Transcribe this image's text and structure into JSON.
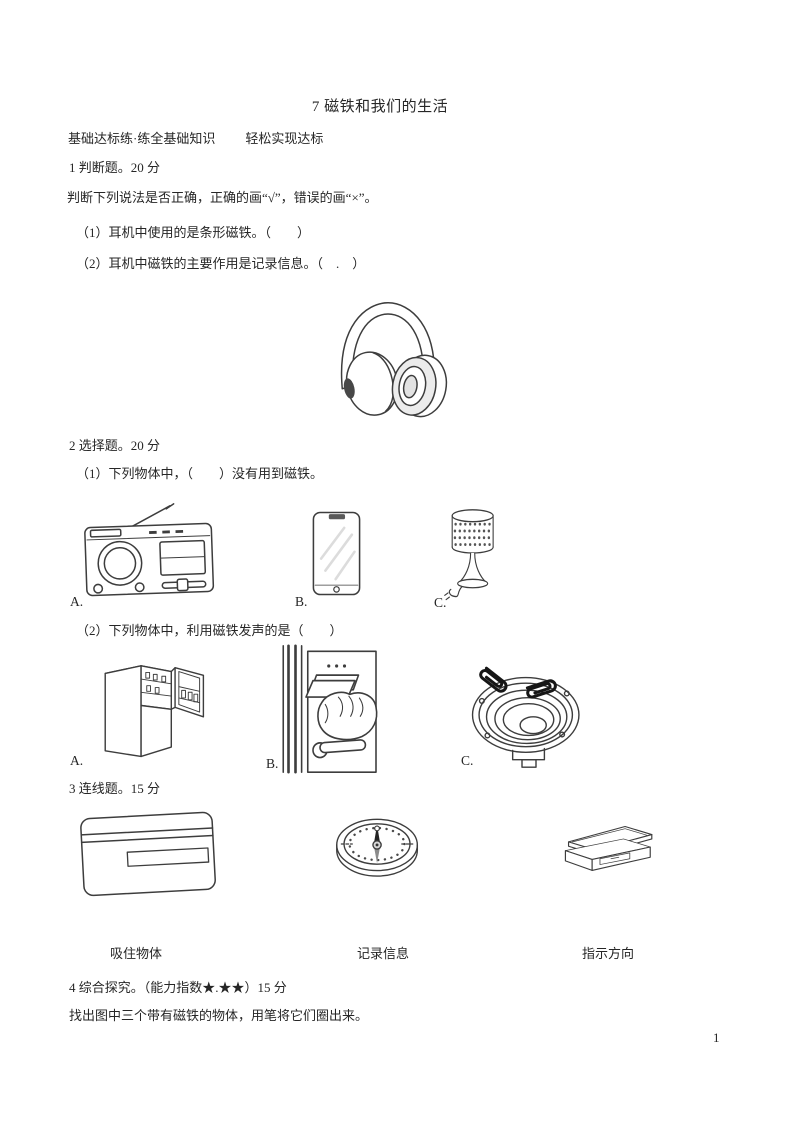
{
  "doc": {
    "title": "7 磁铁和我们的生活",
    "header_left": "基础达标练·练全基础知识",
    "header_right": "轻松实现达标",
    "page_number": "1"
  },
  "q1": {
    "heading": "1 判断题。20 分",
    "instruction": "判断下列说法是否正确，正确的画“√”，错误的画“×”。",
    "item1": "（1）耳机中使用的是条形磁铁。（　　）",
    "item2": "（2）耳机中磁铁的主要作用是记录信息。（　.　）",
    "figure": "headphones"
  },
  "q2": {
    "heading": "2 选择题。20 分",
    "sub1_text": "（1）下列物体中，（　　）没有用到磁铁。",
    "sub1_options": [
      {
        "label": "A.",
        "figure": "radio"
      },
      {
        "label": "B.",
        "figure": "smartphone"
      },
      {
        "label": "C.",
        "figure": "table-lamp"
      }
    ],
    "sub2_text": "（2）下列物体中，利用磁铁发声的是（　　）",
    "sub2_options": [
      {
        "label": "A.",
        "figure": "refrigerator"
      },
      {
        "label": "B.",
        "figure": "door-card-lock"
      },
      {
        "label": "C.",
        "figure": "loudspeaker"
      }
    ]
  },
  "q3": {
    "heading": "3 连线题。15 分",
    "figures": [
      "magnetic-stripe-card",
      "compass",
      "pencil-box"
    ],
    "labels": [
      "吸住物体",
      "记录信息",
      "指示方向"
    ]
  },
  "q4": {
    "heading": "4 综合探究。（能力指数★.★★）15 分",
    "instruction": "找出图中三个带有磁铁的物体，用笔将它们圈出来。"
  }
}
